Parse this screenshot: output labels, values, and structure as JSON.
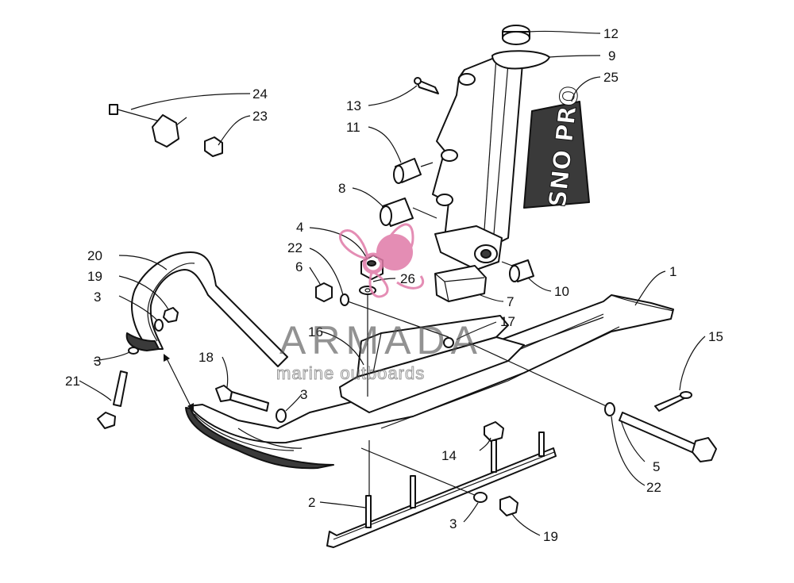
{
  "diagram": {
    "callouts": [
      {
        "id": "12",
        "label": "12"
      },
      {
        "id": "9",
        "label": "9"
      },
      {
        "id": "25",
        "label": "25"
      },
      {
        "id": "24",
        "label": "24"
      },
      {
        "id": "23",
        "label": "23"
      },
      {
        "id": "13",
        "label": "13"
      },
      {
        "id": "11",
        "label": "11"
      },
      {
        "id": "8",
        "label": "8"
      },
      {
        "id": "4",
        "label": "4"
      },
      {
        "id": "22a",
        "label": "22"
      },
      {
        "id": "6",
        "label": "6"
      },
      {
        "id": "26",
        "label": "26"
      },
      {
        "id": "10",
        "label": "10"
      },
      {
        "id": "7",
        "label": "7"
      },
      {
        "id": "1",
        "label": "1"
      },
      {
        "id": "20",
        "label": "20"
      },
      {
        "id": "19a",
        "label": "19"
      },
      {
        "id": "3a",
        "label": "3"
      },
      {
        "id": "16",
        "label": "16"
      },
      {
        "id": "17",
        "label": "17"
      },
      {
        "id": "18",
        "label": "18"
      },
      {
        "id": "3b",
        "label": "3"
      },
      {
        "id": "21",
        "label": "21"
      },
      {
        "id": "3c",
        "label": "3"
      },
      {
        "id": "15",
        "label": "15"
      },
      {
        "id": "14",
        "label": "14"
      },
      {
        "id": "5",
        "label": "5"
      },
      {
        "id": "22b",
        "label": "22"
      },
      {
        "id": "2",
        "label": "2"
      },
      {
        "id": "3d",
        "label": "3"
      },
      {
        "id": "19b",
        "label": "19"
      }
    ],
    "decal_text": "SNO PRO"
  },
  "watermark": {
    "title": "ARMADA",
    "subtitle": "marine outboards",
    "logo_color": "#e07aa8"
  }
}
